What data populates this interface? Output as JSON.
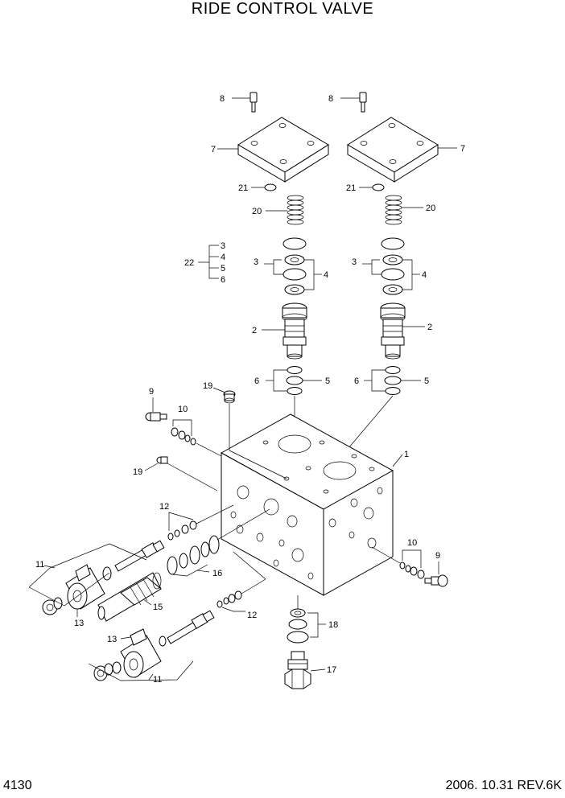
{
  "title": "RIDE CONTROL VALVE",
  "footer": {
    "page": "4130",
    "revision": "2006. 10.31  REV.6K"
  },
  "callouts": {
    "c1": "1",
    "c2a": "2",
    "c2b": "2",
    "c3a": "3",
    "c3b": "3",
    "c3c": "3",
    "c4a": "4",
    "c4b": "4",
    "c4c": "4",
    "c5a": "5",
    "c5b": "5",
    "c5c": "5",
    "c6a": "6",
    "c6b": "6",
    "c6c": "6",
    "c7a": "7",
    "c7b": "7",
    "c8a": "8",
    "c8b": "8",
    "c9a": "9",
    "c9b": "9",
    "c10a": "10",
    "c10b": "10",
    "c11a": "11",
    "c11b": "11",
    "c12a": "12",
    "c12b": "12",
    "c13a": "13",
    "c13b": "13",
    "c15": "15",
    "c16": "16",
    "c17": "17",
    "c18": "18",
    "c19a": "19",
    "c19b": "19",
    "c20a": "20",
    "c20b": "20",
    "c21a": "21",
    "c21b": "21",
    "c22": "22"
  }
}
